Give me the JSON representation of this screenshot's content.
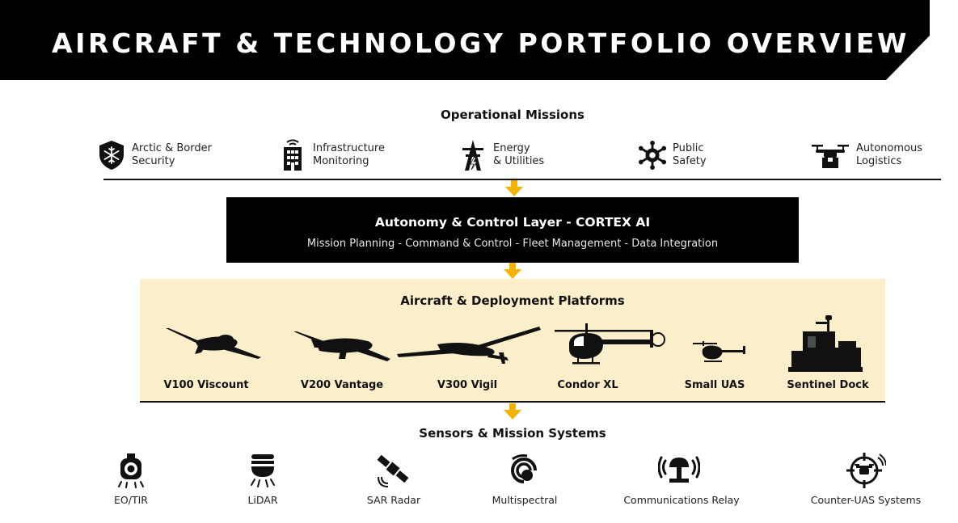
{
  "header": {
    "title": "AIRCRAFT & TECHNOLOGY PORTFOLIO OVERVIEW"
  },
  "missions": {
    "title": "Operational Missions",
    "items": [
      {
        "label": "Arctic & Border\nSecurity",
        "icon": "snowflake-shield-icon"
      },
      {
        "label": "Infrastructure\nMonitoring",
        "icon": "building-icon"
      },
      {
        "label": "Energy\n& Utilities",
        "icon": "power-tower-icon"
      },
      {
        "label": "Public\nSafety",
        "icon": "emergency-star-icon"
      },
      {
        "label": "Autonomous\nLogistics",
        "icon": "delivery-drone-icon"
      }
    ]
  },
  "cortex": {
    "title": "Autonomy & Control Layer - CORTEX AI",
    "subtitle": "Mission Planning - Command & Control - Fleet Management - Data Integration"
  },
  "platforms": {
    "title": "Aircraft & Deployment Platforms",
    "items": [
      {
        "label": "V100 Viscount"
      },
      {
        "label": "V200 Vantage"
      },
      {
        "label": "V300 Vigil"
      },
      {
        "label": "Condor XL"
      },
      {
        "label": "Small UAS"
      },
      {
        "label": "Sentinel Dock"
      }
    ]
  },
  "sensors": {
    "title": "Sensors & Mission Systems",
    "items": [
      {
        "label": "EO/TIR",
        "icon": "camera-gimbal-icon"
      },
      {
        "label": "LiDAR",
        "icon": "lidar-icon"
      },
      {
        "label": "SAR Radar",
        "icon": "satellite-icon"
      },
      {
        "label": "Multispectral",
        "icon": "spectrum-icon"
      },
      {
        "label": "Communications Relay",
        "icon": "antenna-icon"
      },
      {
        "label": "Counter-UAS Systems",
        "icon": "crosshair-drone-icon"
      }
    ]
  },
  "colors": {
    "accent": "#f5b301",
    "banner": "#000000",
    "platform_bg": "#fbeecb"
  }
}
